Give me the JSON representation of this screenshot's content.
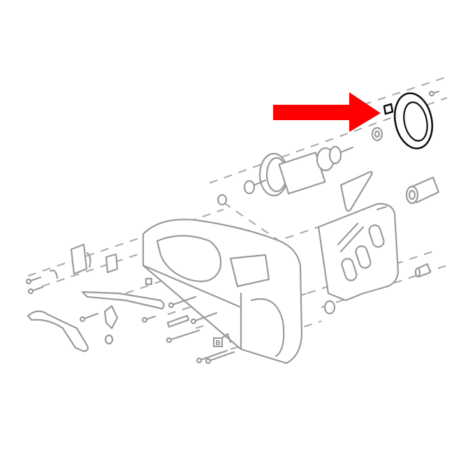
{
  "diagram": {
    "type": "exploded-parts-view",
    "subject": "power tool housing assembly",
    "highlight": {
      "part": "retaining ring",
      "arrow_color": "#ff0000",
      "part_color": "#111111"
    },
    "line_color": "#9a9a9a",
    "background": "#ffffff",
    "labels": [
      {
        "id": "callout-b",
        "text": "B"
      }
    ]
  }
}
